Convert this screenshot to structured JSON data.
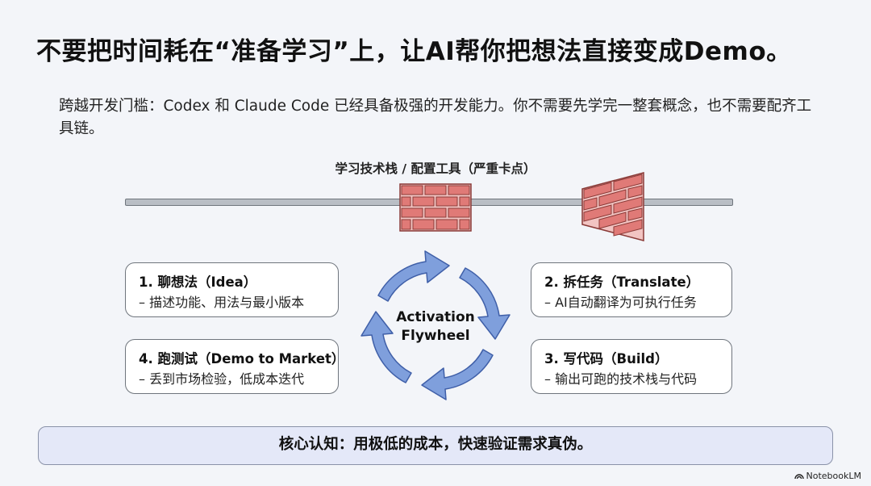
{
  "title": "不要把时间耗在“准备学习”上，让AI帮你把想法直接变成Demo。",
  "intro": "跨越开发门槛：Codex 和 Claude Code 已经具备极强的开发能力。你不需要先学完一整套概念，也不需要配齐工具链。",
  "barrier": {
    "label": "学习技术栈 / 配置工具（严重卡点）",
    "brick_color": "#e07a77",
    "mortar_color": "#f2c4c2"
  },
  "flywheel": {
    "line1": "Activation",
    "line2": "Flywheel",
    "arrow_color": "#7f9fdc"
  },
  "steps": [
    {
      "title": "1. 聊想法（Idea）",
      "desc": "– 描述功能、用法与最小版本"
    },
    {
      "title": "2. 拆任务（Translate）",
      "desc": "– AI自动翻译为可执行任务"
    },
    {
      "title": "3. 写代码（Build）",
      "desc": "– 输出可跑的技术栈与代码"
    },
    {
      "title": "4. 跑测试（Demo to Market）",
      "desc": "– 丢到市场检验，低成本迭代"
    }
  ],
  "insight": "核心认知：用极低的成本，快速验证需求真伪。",
  "brand": "NotebookLM"
}
